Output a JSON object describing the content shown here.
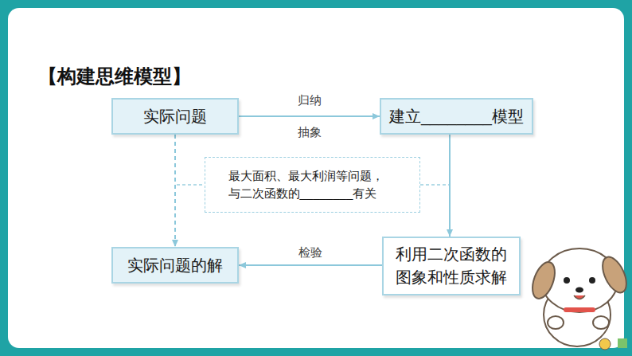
{
  "diagram": {
    "title": "【构建思维模型】",
    "nodes": [
      {
        "text": [
          "实际问题"
        ]
      },
      {
        "text": [
          "建立________模型"
        ]
      },
      {
        "text": [
          "最大面积、最大利润等问题， 与二次函数的________有关"
        ]
      },
      {
        "text": [
          "利用二次函数的 图象和性质求解"
        ]
      },
      {
        "text": [
          "实际问题的解"
        ]
      }
    ],
    "edges": [
      {
        "from": 0,
        "to": 1,
        "arrow": "to",
        "label": "归纳 抽象"
      },
      {
        "from": 1,
        "to": 3,
        "arrow": "to"
      },
      {
        "from": 3,
        "to": 4,
        "arrow": "to",
        "label": "检验"
      },
      {
        "from": 0,
        "to": 4,
        "arrow": "to"
      }
    ]
  }
}
